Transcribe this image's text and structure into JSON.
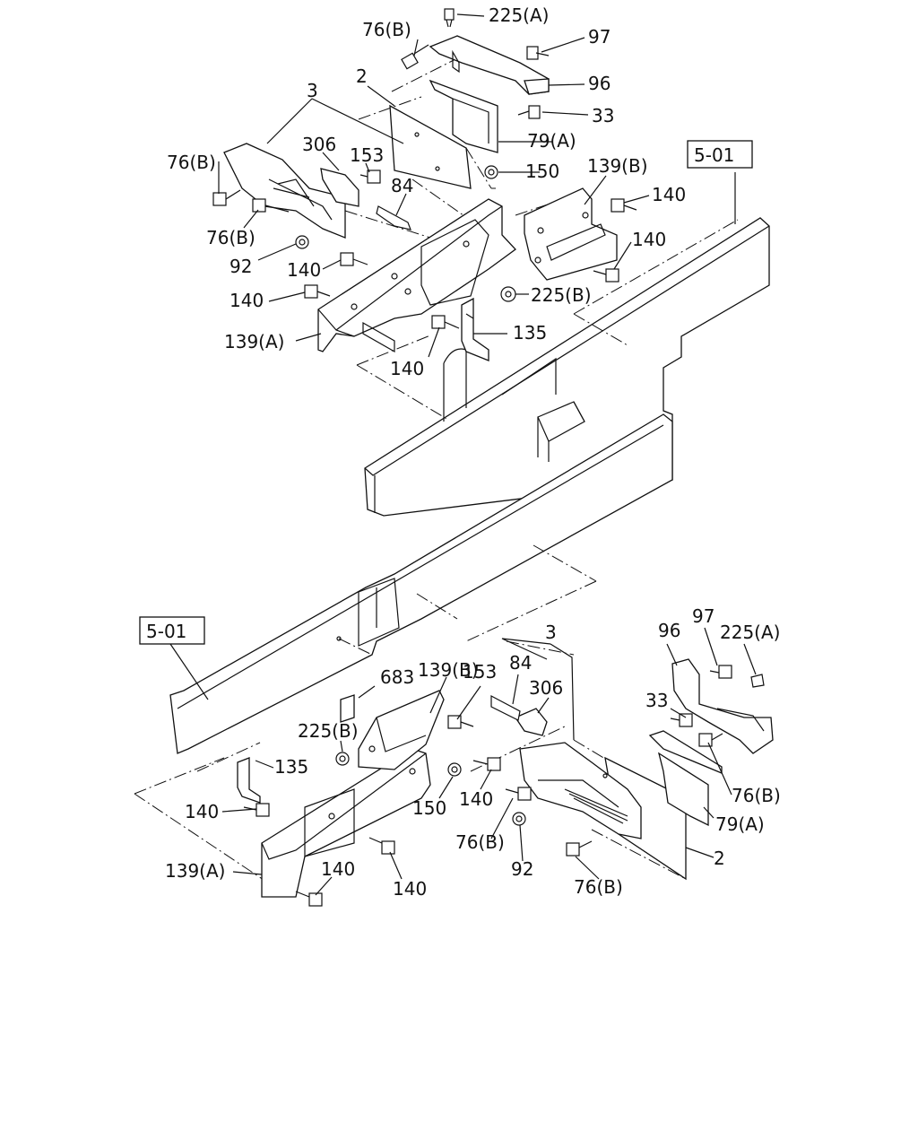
{
  "callouts_top": {
    "c225a": "225(A)",
    "c76b_1": "76(B)",
    "c97": "97",
    "c96": "96",
    "c33": "33",
    "c2": "2",
    "c3": "3",
    "c306": "306",
    "c153": "153",
    "c79a": "79(A)",
    "c76b_2": "76(B)",
    "c84": "84",
    "c150": "150",
    "c139b": "139(B)",
    "c140_1": "140",
    "c76b_3": "76(B)",
    "c140_2": "140",
    "c92": "92",
    "c140_3": "140",
    "c225b": "225(B)",
    "c140_4": "140",
    "c135": "135",
    "c139a": "139(A)",
    "c140_5": "140",
    "ref": "5-01"
  },
  "callouts_bottom": {
    "ref": "5-01",
    "c139b": "139(B)",
    "c3": "3",
    "c96": "96",
    "c97": "97",
    "c225a": "225(A)",
    "c683": "683",
    "c153": "153",
    "c84": "84",
    "c306": "306",
    "c33": "33",
    "c225b": "225(B)",
    "c135": "135",
    "c140_1": "140",
    "c150": "150",
    "c140_2": "140",
    "c76b_1": "76(B)",
    "c79a": "79(A)",
    "c76b_2": "76(B)",
    "c92": "92",
    "c2": "2",
    "c139a": "139(A)",
    "c140_3": "140",
    "c140_4": "140",
    "c76b_3": "76(B)"
  },
  "icons": {
    "bolt": "bolt-icon",
    "nut": "nut-icon",
    "clip": "clip-icon"
  }
}
